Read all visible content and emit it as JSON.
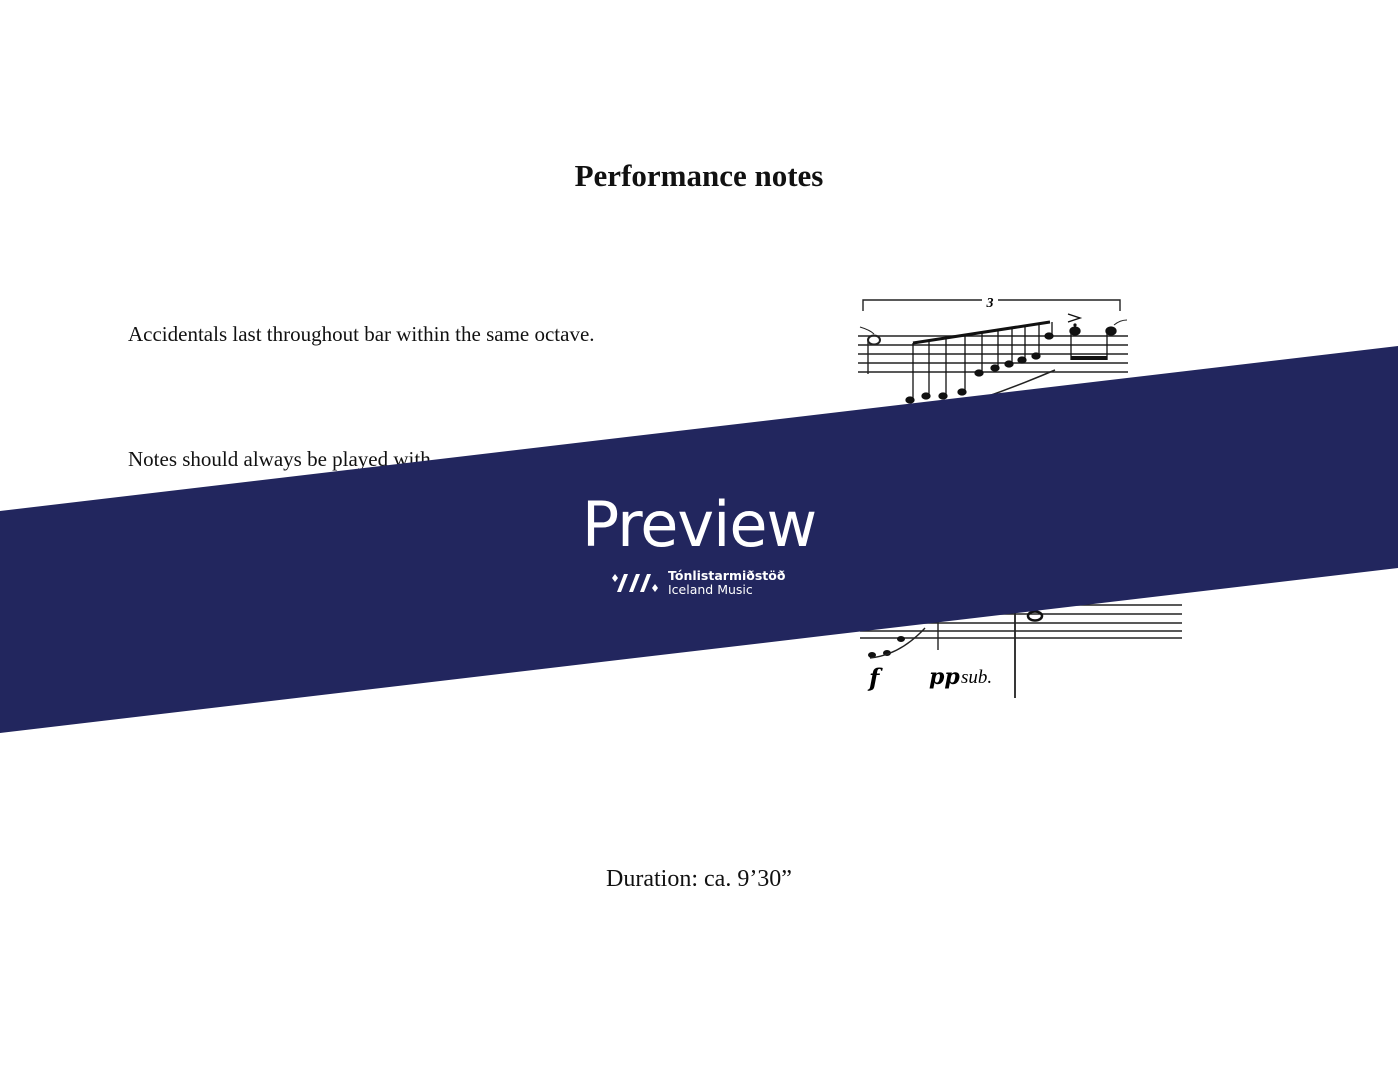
{
  "page": {
    "title": "Performance notes",
    "notes": [
      "Accidentals last throughout bar within the same octave.",
      "Notes should always be played with"
    ],
    "duration": "Duration: ca. 9’30”"
  },
  "music_example_1": {
    "tuplet_number": "3"
  },
  "music_example_2": {
    "dynamic_1": "f",
    "dynamic_2": "pp",
    "dynamic_2_suffix": "sub."
  },
  "watermark": {
    "label": "Preview",
    "brand_line_1": "Tónlistarmiðstöð",
    "brand_line_2": "Iceland Music",
    "color": "#22265e"
  }
}
